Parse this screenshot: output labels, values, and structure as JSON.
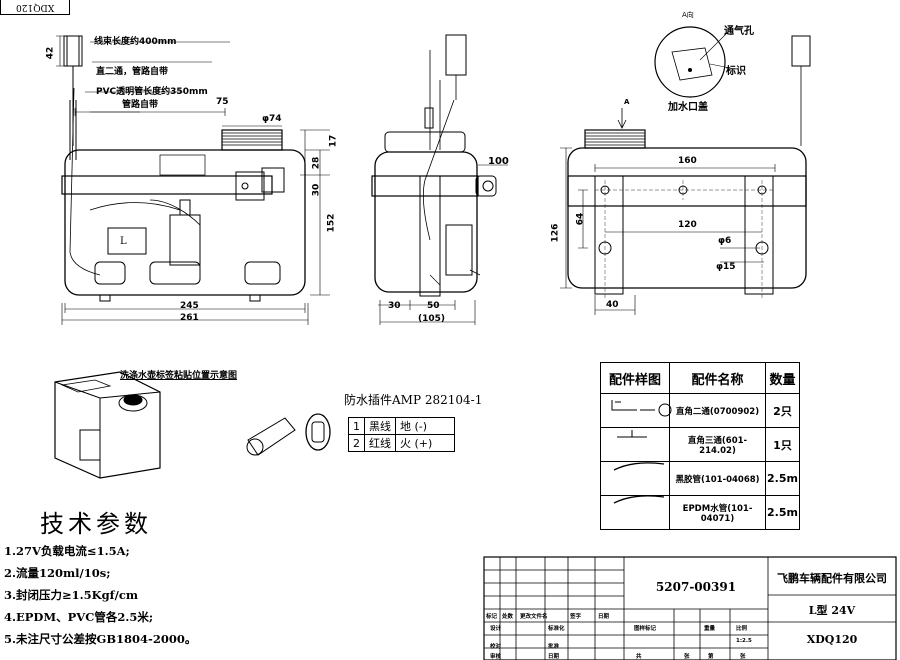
{
  "corner_label": "XDQ120",
  "front_view": {
    "harness_note": "线束长度约400mm",
    "straight_note": "直二通，管路自带",
    "pvc_note_1": "PVC透明管长度约350mm",
    "pvc_note_2": "管路自带",
    "dim_42": "42",
    "dim_75": "75",
    "dim_phi74": "φ74",
    "dim_17": "17",
    "dim_28": "28",
    "dim_30": "30",
    "dim_152": "152",
    "dim_245": "245",
    "dim_261": "261",
    "tank_letter": "L"
  },
  "side_view": {
    "dim_100": "100",
    "dim_30": "30",
    "dim_50": "50",
    "dim_105": "(105)"
  },
  "detail": {
    "view_label": "A向",
    "vent_label": "通气孔",
    "mark_label": "标识",
    "caption": "加水口盖"
  },
  "rear_view": {
    "arrow_label": "A",
    "dim_160": "160",
    "dim_64": "64",
    "dim_126": "126",
    "dim_120": "120",
    "dim_phi6": "φ6",
    "dim_phi15": "φ15",
    "dim_40": "40"
  },
  "label_position_title": "洗涤水壶标签粘贴位置示意图",
  "connector": {
    "title": "防水插件AMP 282104-1",
    "rows": [
      {
        "no": "1",
        "wire": "黑线",
        "fn": "地 (-)"
      },
      {
        "no": "2",
        "wire": "红线",
        "fn": "火 (+)"
      }
    ]
  },
  "parts_table": {
    "headers": [
      "配件样图",
      "配件名称",
      "数量"
    ],
    "rows": [
      {
        "name": "直角二通(0700902)",
        "qty": "2只"
      },
      {
        "name": "直角三通(601-214.02)",
        "qty": "1只"
      },
      {
        "name": "黑胶管(101-04068)",
        "qty": "2.5m"
      },
      {
        "name": "EPDM水管(101-04071)",
        "qty": "2.5m"
      }
    ]
  },
  "tech": {
    "title": "技术参数",
    "items": [
      "1.27V负载电流≤1.5A;",
      "2.流量120ml/10s;",
      "3.封闭压力≥1.5Kgf/cm",
      "4.EPDM、PVC管各2.5米;",
      "5.未注尺寸公差按GB1804-2000。"
    ]
  },
  "title_block": {
    "drawing_no": "5207-00391",
    "company": "飞鹏车辆配件有限公司",
    "spec": "L型 24V",
    "model": "XDQ120",
    "scale": "1:2.5",
    "cells": [
      "标记",
      "处数",
      "更改文件名",
      "签字",
      "日期",
      "设计",
      "标准化",
      "图样标记",
      "重量",
      "比例",
      "校对",
      "审核",
      "批准",
      "日期",
      "共",
      "张",
      "第",
      "张"
    ]
  }
}
